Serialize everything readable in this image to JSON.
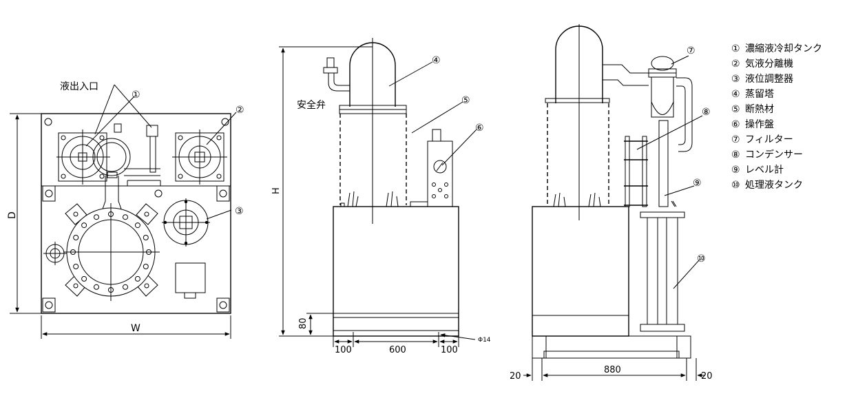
{
  "legend": {
    "items": [
      {
        "num": "①",
        "label": "濃縮液冷却タンク"
      },
      {
        "num": "②",
        "label": "気液分離機"
      },
      {
        "num": "③",
        "label": "液位調整器"
      },
      {
        "num": "④",
        "label": "蒸留塔"
      },
      {
        "num": "⑤",
        "label": "断熱材"
      },
      {
        "num": "⑥",
        "label": "操作盤"
      },
      {
        "num": "⑦",
        "label": "フィルター"
      },
      {
        "num": "⑧",
        "label": "コンデンサー"
      },
      {
        "num": "⑨",
        "label": "レベル計"
      },
      {
        "num": "⑩",
        "label": "処理液タンク"
      }
    ]
  },
  "top_view": {
    "inlet_outlet_label": "液出入口",
    "callouts": [
      "①",
      "②",
      "③"
    ],
    "dim_w": "W",
    "dim_d": "D"
  },
  "front_view": {
    "safety_valve_label": "安全弁",
    "callouts": [
      "④",
      "⑤",
      "⑥"
    ],
    "dim_h": "H",
    "dim_80": "80",
    "dim_left": "100",
    "dim_mid": "600",
    "dim_right": "100",
    "hole": "Φ14"
  },
  "side_view": {
    "callouts": [
      "⑦",
      "⑧",
      "⑨",
      "⑩"
    ],
    "dim_left": "20",
    "dim_mid": "880",
    "dim_right": "20"
  }
}
